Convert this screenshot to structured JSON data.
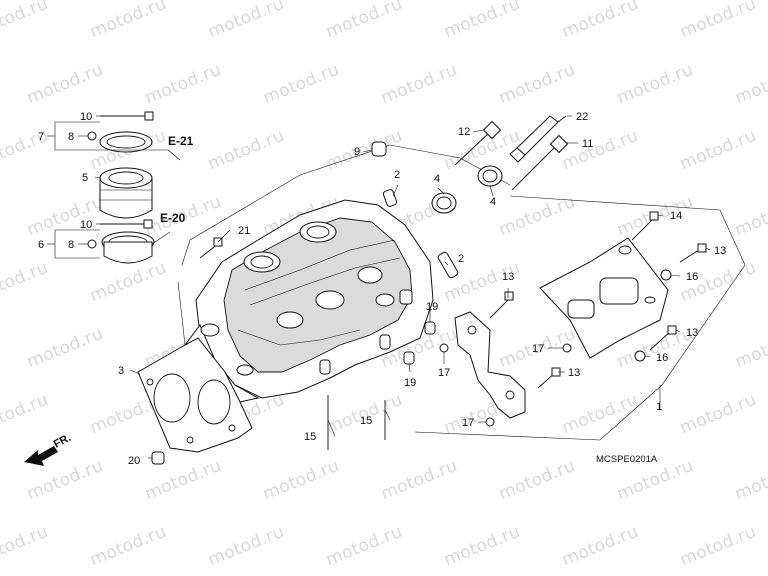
{
  "watermark": "motod.ru",
  "diagram_code": "MCSPE0201A",
  "front_marker": "FR.",
  "section_refs": [
    {
      "id": "e21",
      "text": "E-21"
    },
    {
      "id": "e20",
      "text": "E-20"
    }
  ],
  "callouts": {
    "c1": "1",
    "c2a": "2",
    "c2b": "2",
    "c3": "3",
    "c4a": "4",
    "c4b": "4",
    "c5": "5",
    "c6": "6",
    "c7": "7",
    "c8a": "8",
    "c8b": "8",
    "c9": "9",
    "c10a": "10",
    "c10b": "10",
    "c11": "11",
    "c12": "12",
    "c13a": "13",
    "c13b": "13",
    "c13c": "13",
    "c13d": "13",
    "c14": "14",
    "c15a": "15",
    "c15b": "15",
    "c16a": "16",
    "c16b": "16",
    "c17a": "17",
    "c17b": "17",
    "c17c": "17",
    "c19a": "19",
    "c19b": "19",
    "c20": "20",
    "c21": "21",
    "c22": "22"
  }
}
